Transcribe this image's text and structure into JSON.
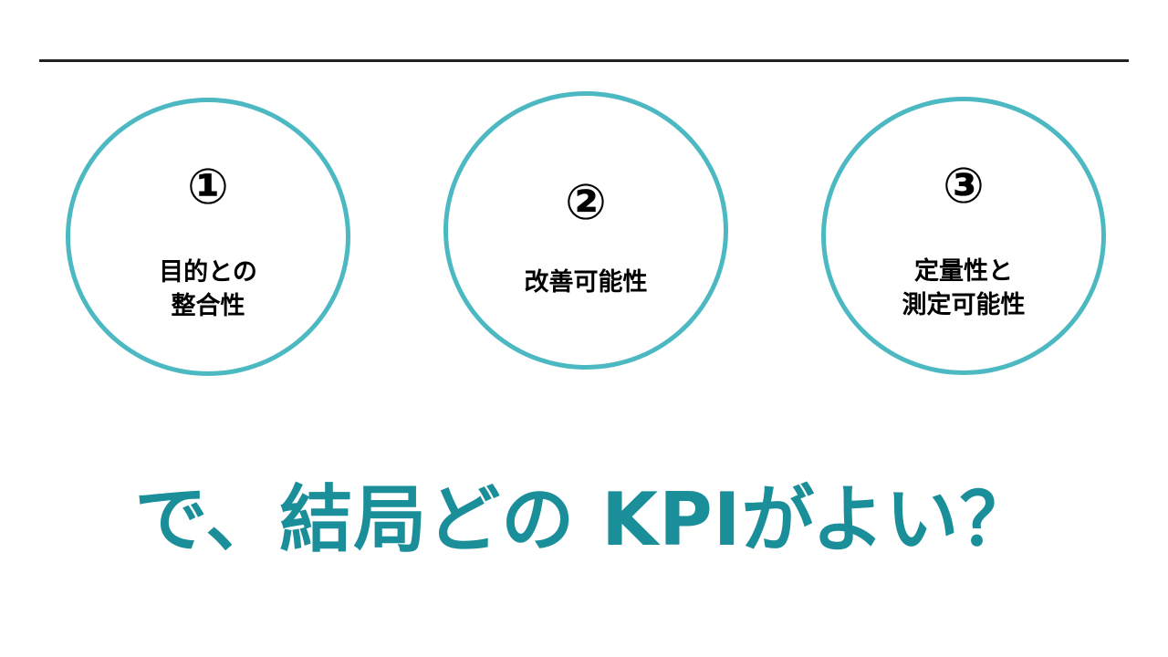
{
  "colors": {
    "circle_border": "#4cb9c2",
    "headline": "#1a8f99",
    "rule": "#222222",
    "text": "#000000"
  },
  "items": [
    {
      "number": "①",
      "line1": "目的との",
      "line2": "整合性"
    },
    {
      "number": "②",
      "line1": "改善可能性",
      "line2": ""
    },
    {
      "number": "③",
      "line1": "定量性と",
      "line2": "測定可能性"
    }
  ],
  "headline": "で、結局どの KPIがよい？"
}
